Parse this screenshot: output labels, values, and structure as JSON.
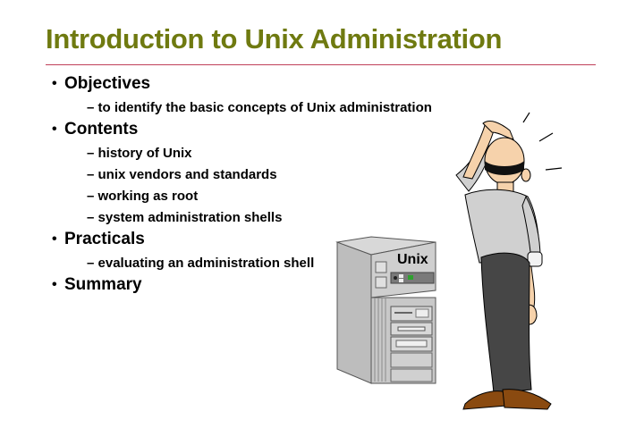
{
  "slide": {
    "title": "Introduction to Unix Administration",
    "colors": {
      "title": "#6f7a10",
      "rule": "#c0405a",
      "text": "#000000"
    },
    "bullet_glyph": "•",
    "dash_glyph": "–",
    "items": [
      {
        "label": "Objectives",
        "subitems": [
          "to identify the basic concepts of Unix administration"
        ]
      },
      {
        "label": "Contents",
        "subitems": [
          "history of Unix",
          "unix vendors and standards",
          "working as root",
          "system administration shells"
        ]
      },
      {
        "label": "Practicals",
        "subitems": [
          "evaluating an administration shell"
        ]
      },
      {
        "label": "Summary",
        "subitems": []
      }
    ]
  },
  "illustration": {
    "computer_label": "Unix",
    "computer_icon": "server-tower-icon",
    "person_icon": "confused-man-scratching-head-icon"
  }
}
